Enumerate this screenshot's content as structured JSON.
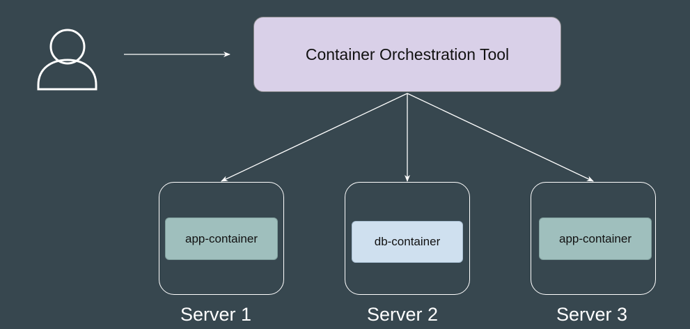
{
  "diagram": {
    "actor_icon": "user-icon",
    "orchestrator": {
      "label": "Container Orchestration Tool"
    },
    "servers": [
      {
        "label": "Server 1",
        "container": {
          "label": "app-container",
          "kind": "app"
        }
      },
      {
        "label": "Server 2",
        "container": {
          "label": "db-container",
          "kind": "db"
        }
      },
      {
        "label": "Server 3",
        "container": {
          "label": "app-container",
          "kind": "app"
        }
      }
    ]
  },
  "colors": {
    "background": "#37474f",
    "orchestrator_fill": "#d9d0e8",
    "app_container_fill": "#9fbfbd",
    "db_container_fill": "#cfe0ef",
    "stroke": "#ffffff"
  }
}
